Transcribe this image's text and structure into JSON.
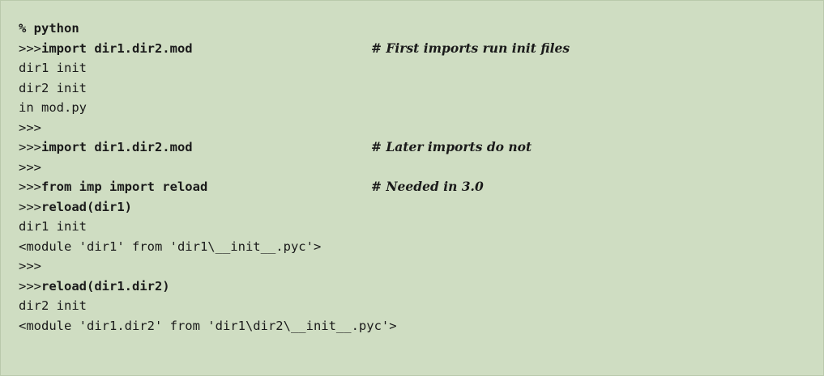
{
  "lines": [
    {
      "prompt": "",
      "cmd": "% python",
      "out": "",
      "comment": ""
    },
    {
      "prompt": ">>>",
      "cmd": "import dir1.dir2.mod",
      "out": "",
      "comment": "# First imports run init files"
    },
    {
      "prompt": "",
      "cmd": "",
      "out": "dir1 init",
      "comment": ""
    },
    {
      "prompt": "",
      "cmd": "",
      "out": "dir2 init",
      "comment": ""
    },
    {
      "prompt": "",
      "cmd": "",
      "out": "in mod.py",
      "comment": ""
    },
    {
      "prompt": ">>>",
      "cmd": "",
      "out": "",
      "comment": ""
    },
    {
      "prompt": ">>>",
      "cmd": "import dir1.dir2.mod",
      "out": "",
      "comment": "# Later imports do not"
    },
    {
      "prompt": ">>>",
      "cmd": "",
      "out": "",
      "comment": ""
    },
    {
      "prompt": ">>>",
      "cmd": "from imp import reload",
      "out": "",
      "comment": "# Needed in 3.0"
    },
    {
      "prompt": ">>>",
      "cmd": "reload(dir1)",
      "out": "",
      "comment": ""
    },
    {
      "prompt": "",
      "cmd": "",
      "out": "dir1 init",
      "comment": ""
    },
    {
      "prompt": "",
      "cmd": "",
      "out": "<module 'dir1' from 'dir1\\__init__.pyc'>",
      "comment": ""
    },
    {
      "prompt": ">>>",
      "cmd": "",
      "out": "",
      "comment": ""
    },
    {
      "prompt": ">>>",
      "cmd": "reload(dir1.dir2)",
      "out": "",
      "comment": ""
    },
    {
      "prompt": "",
      "cmd": "",
      "out": "dir2 init",
      "comment": ""
    },
    {
      "prompt": "",
      "cmd": "",
      "out": "<module 'dir1.dir2' from 'dir1\\dir2\\__init__.pyc'>",
      "comment": ""
    }
  ]
}
